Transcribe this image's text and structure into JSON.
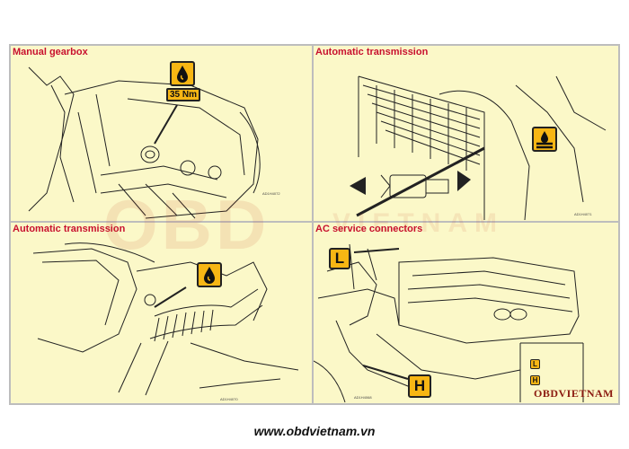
{
  "panels": {
    "manual": {
      "title": "Manual gearbox",
      "torque": "35 Nm",
      "code": "AD1H4072",
      "icon": "oil-drop-icon"
    },
    "auto_top": {
      "title": "Automatic transmission",
      "code": "AD1H4071",
      "icon": "oil-level-icon"
    },
    "auto_bottom": {
      "title": "Automatic transmission",
      "code": "AD1H4070",
      "icon": "oil-drop-icon"
    },
    "ac": {
      "title": "AC service connectors",
      "low_label": "L",
      "high_label": "H",
      "code": "AD1H4068",
      "inset_low": "L",
      "inset_high": "H"
    }
  },
  "watermark": {
    "main": "OBD",
    "sub": "VIETNAM",
    "brand": "OBDVIETNAM"
  },
  "footer": {
    "url": "www.obdvietnam.vn"
  },
  "colors": {
    "panel_bg": "#fbf8c8",
    "title": "#c8102e",
    "callout": "#f7b614",
    "border": "#bdbdbd"
  }
}
